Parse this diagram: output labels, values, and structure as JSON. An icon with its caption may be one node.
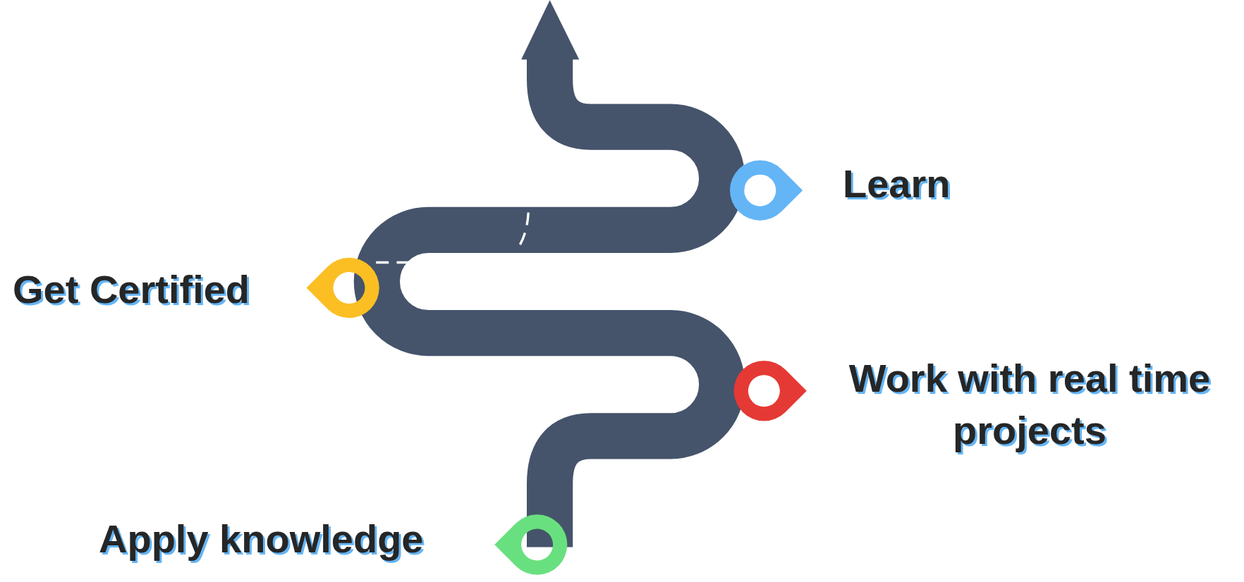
{
  "diagram": {
    "labels": [
      "Learn",
      "Get Certified",
      "Work with real time projects",
      "Apply knowledge"
    ]
  }
}
